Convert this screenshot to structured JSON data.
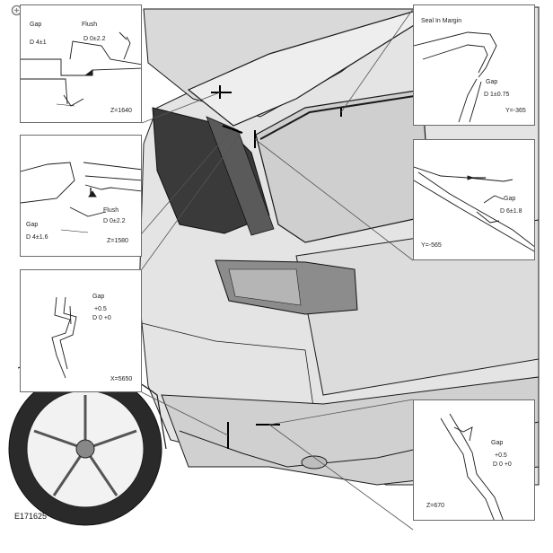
{
  "figure_id": "E171625",
  "zoom_icon": "magnify-plus-icon",
  "colors": {
    "stroke": "#1a1a1a",
    "panel_border": "#6b6b6b",
    "body_light": "#e6e6e6",
    "body_mid": "#cfcfcf",
    "body_dark": "#8c8c8c",
    "glass": "#3a3a3a"
  },
  "callouts": [
    {
      "id": "roof-front",
      "labels": [
        "Gap",
        "D 4±1",
        "Flush",
        "D 0±2.2",
        "Z=1640"
      ]
    },
    {
      "id": "pillar-seal",
      "labels": [
        "Gap",
        "D 4±1.6",
        "Flush",
        "D 0±2.2",
        "Z=1580"
      ]
    },
    {
      "id": "tail-lamp",
      "labels": [
        "Gap",
        "+0.5",
        "D 0 +0",
        "X=5650"
      ]
    },
    {
      "id": "seal-margin",
      "labels": [
        "Seal In Margin",
        "Gap",
        "D 1±0.75",
        "Y=-365"
      ]
    },
    {
      "id": "tailgate-glass",
      "labels": [
        "Gap",
        "D 6±1.8",
        "Y=-565"
      ]
    },
    {
      "id": "bumper",
      "labels": [
        "Gap",
        "+0.5",
        "D 0 +0",
        "Z=670"
      ]
    }
  ]
}
